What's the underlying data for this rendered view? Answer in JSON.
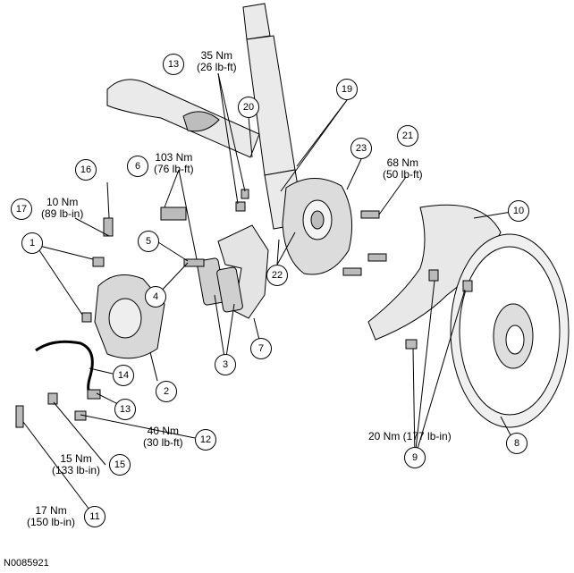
{
  "figure_id": "N0085921",
  "callouts": {
    "c1": "1",
    "c2": "2",
    "c3": "3",
    "c4": "4",
    "c5": "5",
    "c6": "6",
    "c7": "7",
    "c8": "8",
    "c9": "9",
    "c10": "10",
    "c11": "11",
    "c12": "12",
    "c13a": "13",
    "c13b": "13",
    "c14": "14",
    "c15": "15",
    "c16": "16",
    "c17": "17",
    "c19": "19",
    "c20": "20",
    "c21": "21",
    "c22": "22",
    "c23": "23"
  },
  "torques": {
    "t13": [
      "35 Nm",
      "(26 lb-ft)"
    ],
    "t6": [
      "103 Nm",
      "(76 lb-ft)"
    ],
    "t17": [
      "10 Nm",
      "(89 lb-in)"
    ],
    "t21": [
      "68 Nm",
      "(50 lb-ft)"
    ],
    "t12": [
      "40 Nm",
      "(30 lb-ft)"
    ],
    "t15": [
      "15 Nm",
      "(133 lb-in)"
    ],
    "t11": [
      "17 Nm",
      "(150 lb-in)"
    ],
    "t9": "20 Nm (177 lb-in)"
  },
  "colors": {
    "line": "#000000",
    "shade": "#c8c8c8",
    "light": "#e6e6e6",
    "background": "#ffffff"
  }
}
